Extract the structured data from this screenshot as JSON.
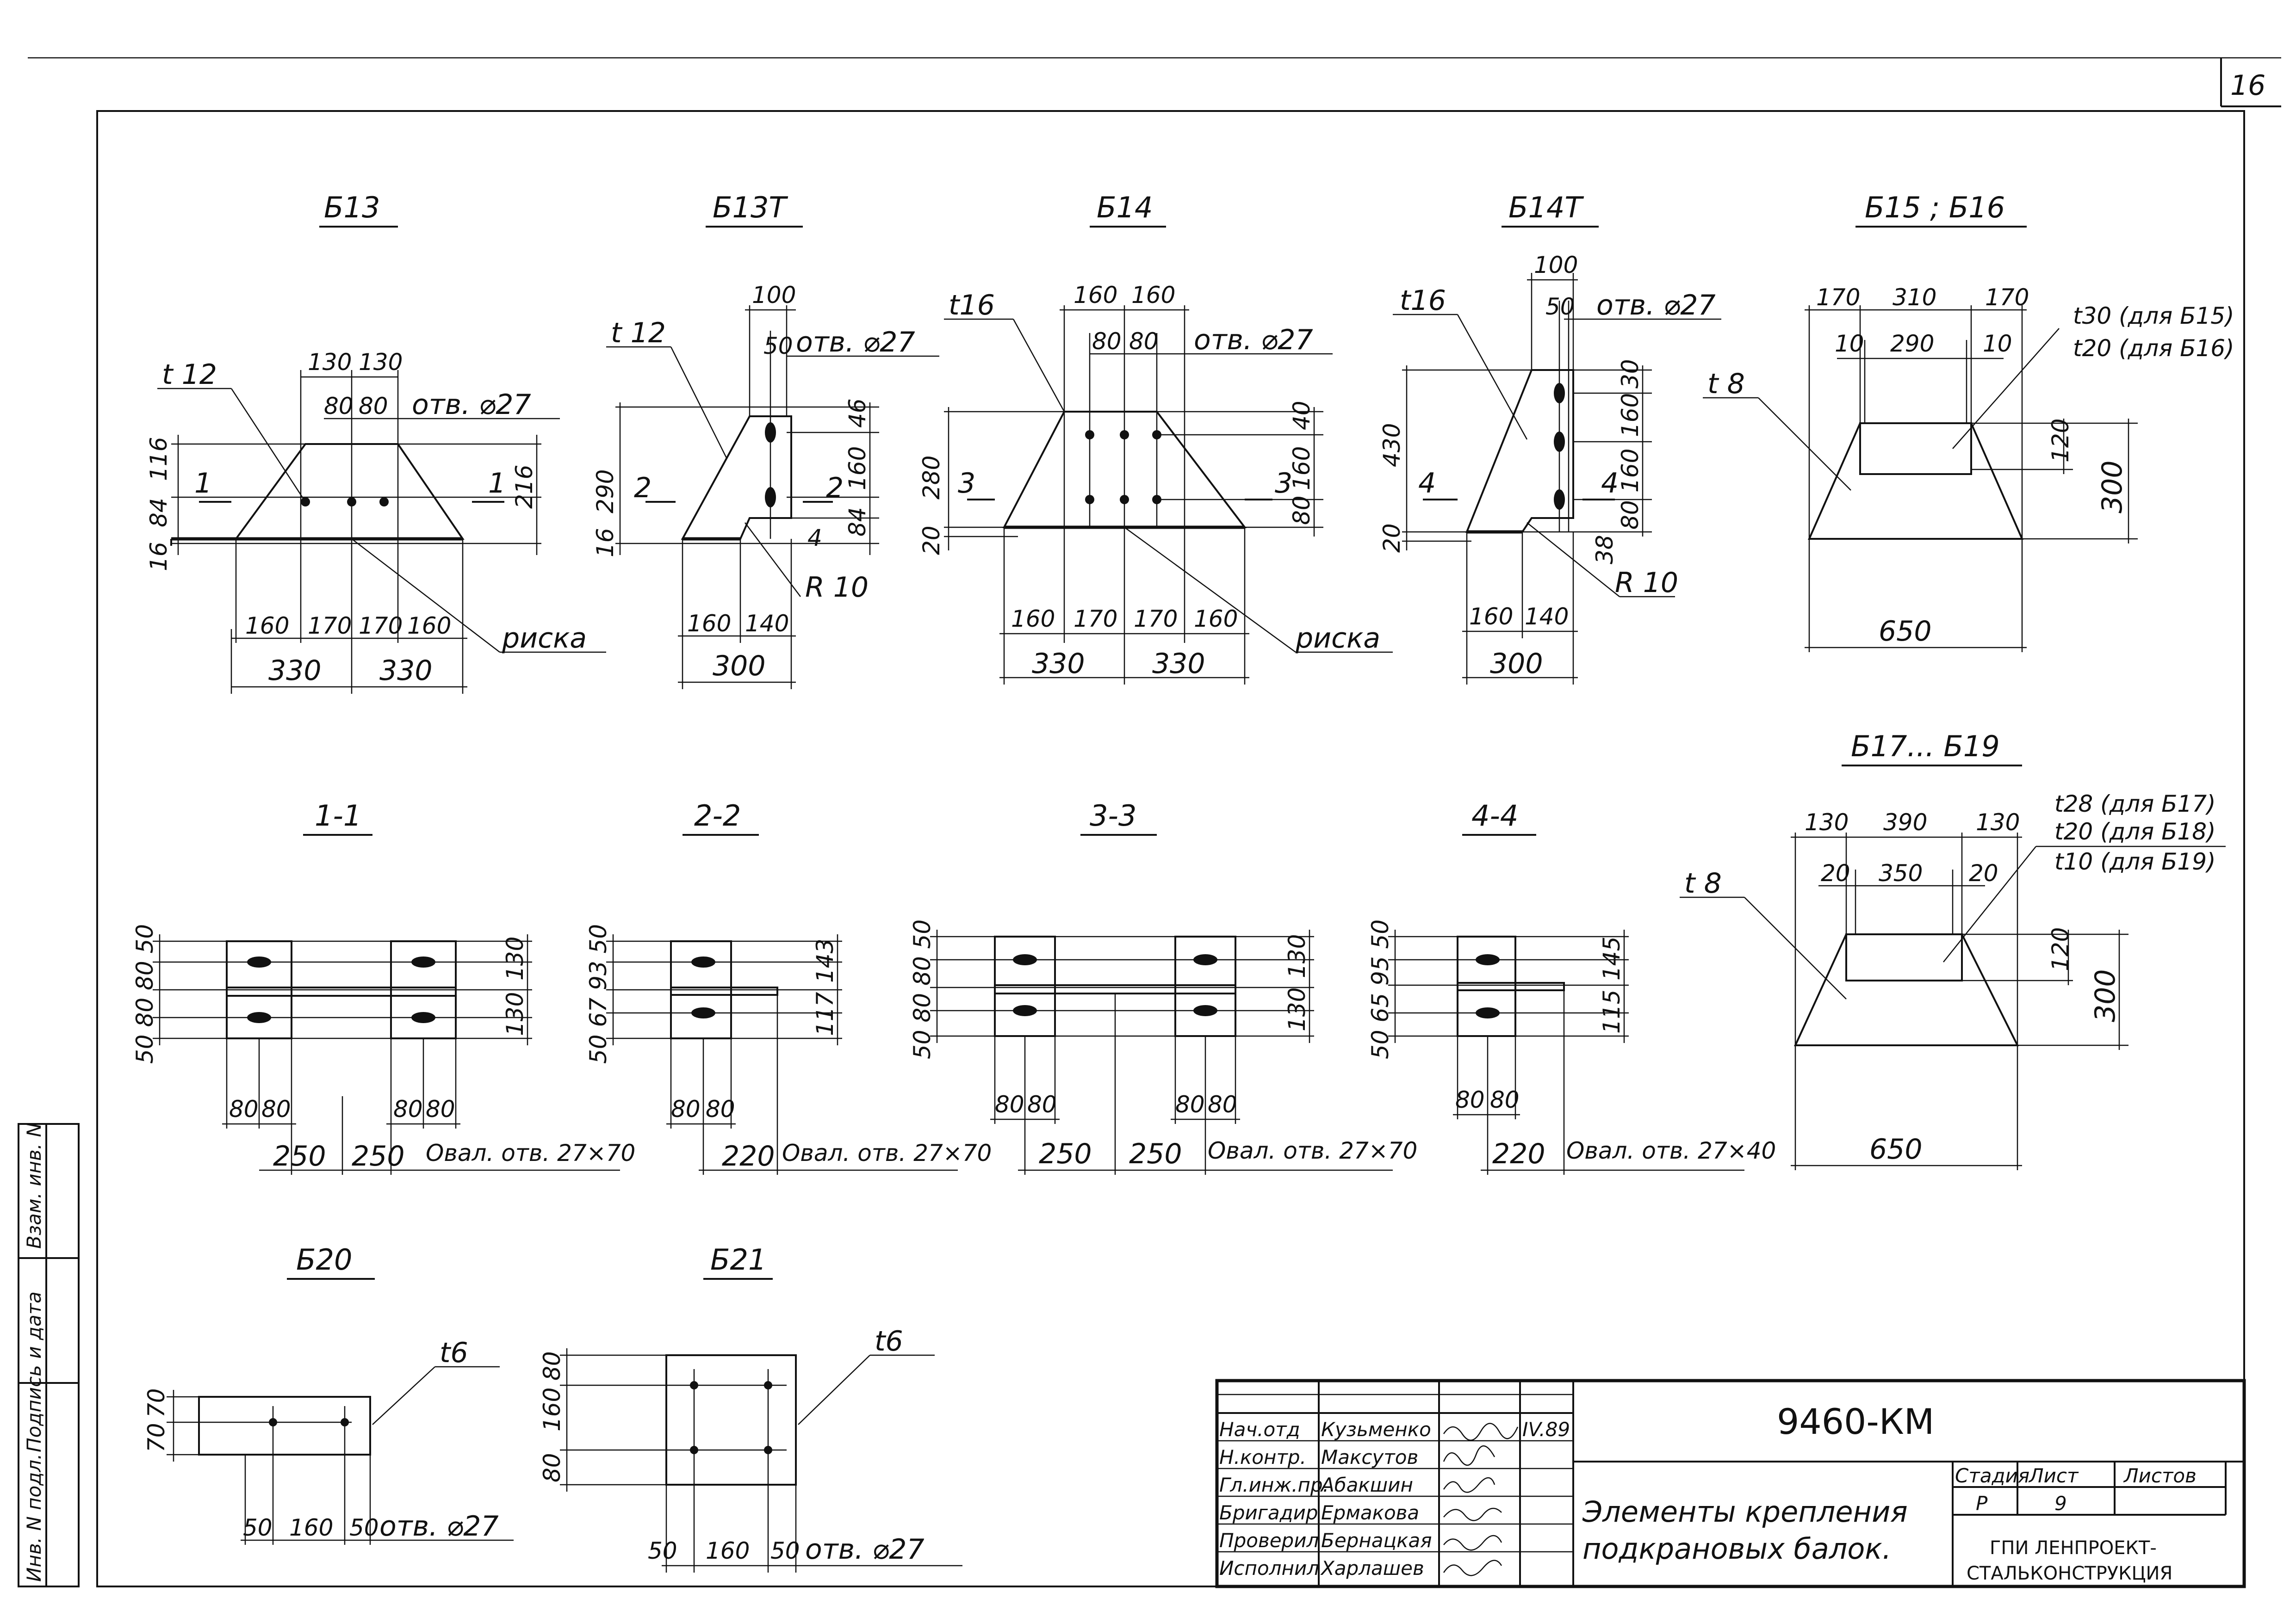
{
  "sheet_number": "16",
  "details": {
    "b13": {
      "title": "Б13",
      "thickness": "t 12",
      "dims_top": [
        "130",
        "130"
      ],
      "dims_mid": [
        "80",
        "80"
      ],
      "hole": "отв. ⌀27",
      "dims_left": [
        "116",
        "84",
        "16"
      ],
      "dim_right": "216",
      "dims_bottom1": [
        "160",
        "170",
        "170",
        "160"
      ],
      "dims_bottom2": [
        "330",
        "330"
      ],
      "note": "риска",
      "sec_l": "1",
      "sec_r": "1"
    },
    "b13t": {
      "title": "Б13Т",
      "thickness": "t 12",
      "dim_top": "100",
      "dim_50": "50",
      "hole": "отв. ⌀27",
      "dim_left": "290",
      "dim_16": "16",
      "dims_right": [
        "46",
        "160",
        "84"
      ],
      "dim_4": "4",
      "radius": "R 10",
      "dims_bottom1": [
        "160",
        "140"
      ],
      "dim_bottom2": "300",
      "sec_l": "2",
      "sec_r": "2"
    },
    "b14": {
      "title": "Б14",
      "thickness": "t16",
      "dims_top": [
        "160",
        "160"
      ],
      "dims_mid": [
        "80",
        "80"
      ],
      "hole": "отв. ⌀27",
      "dims_left": [
        "280",
        "20"
      ],
      "dims_right": [
        "40",
        "160",
        "80"
      ],
      "dims_bottom1": [
        "160",
        "170",
        "170",
        "160"
      ],
      "dims_bottom2": [
        "330",
        "330"
      ],
      "note": "риска",
      "sec_l": "3",
      "sec_r": "3"
    },
    "b14t": {
      "title": "Б14Т",
      "thickness": "t16",
      "dim_top": "100",
      "dim_50": "50",
      "hole": "отв. ⌀27",
      "dims_left": [
        "430",
        "20"
      ],
      "dims_right": [
        "30",
        "160",
        "160",
        "80"
      ],
      "dim_38": "38",
      "radius": "R 10",
      "dims_bottom1": [
        "160",
        "140"
      ],
      "dim_bottom2": "300",
      "sec_l": "4",
      "sec_r": "4"
    },
    "b15": {
      "title": "Б15 ; Б16",
      "thickness": "t 8",
      "dims_top": [
        "170",
        "310",
        "170"
      ],
      "dims_mid": [
        "10",
        "290",
        "10"
      ],
      "plate_note_1": "t30 (для Б15)",
      "plate_note_2": "t20 (для Б16)",
      "dim_120": "120",
      "dim_300": "300",
      "dim_bottom": "650"
    },
    "b17": {
      "title": "Б17... Б19",
      "thickness": "t 8",
      "dims_top": [
        "130",
        "390",
        "130"
      ],
      "dims_mid": [
        "20",
        "350",
        "20"
      ],
      "plate_note_1": "t28 (для Б17)",
      "plate_note_2": "t20 (для Б18)",
      "plate_note_3": "t10 (для Б19)",
      "dim_120": "120",
      "dim_300": "300",
      "dim_bottom": "650"
    },
    "s11": {
      "title": "1-1",
      "dims_left": "50 80 80 50",
      "dims_r1": "130",
      "dims_r2": "130",
      "dims_80a": [
        "80",
        "80"
      ],
      "dims_80b": [
        "80",
        "80"
      ],
      "dims_bottom": [
        "250",
        "250"
      ],
      "hole": "Овал. отв. 27×70"
    },
    "s22": {
      "title": "2-2",
      "dims_left": "50 67 93 50",
      "dims_r1": "143",
      "dims_r2": "117",
      "dims_80a": [
        "80",
        "80"
      ],
      "dim_bottom": "220",
      "hole": "Овал. отв. 27×70"
    },
    "s33": {
      "title": "3-3",
      "dims_left": "50 80 80 50",
      "dims_r1": "130",
      "dims_r2": "130",
      "dims_80a": [
        "80",
        "80"
      ],
      "dims_80b": [
        "80",
        "80"
      ],
      "dims_bottom": [
        "250",
        "250"
      ],
      "hole": "Овал. отв. 27×70"
    },
    "s44": {
      "title": "4-4",
      "dims_left": "50 65 95 50",
      "dims_r1": "145",
      "dims_r2": "115",
      "dims_80a": [
        "80",
        "80"
      ],
      "dim_bottom": "220",
      "hole": "Овал. отв. 27×40"
    },
    "b20": {
      "title": "Б20",
      "thickness": "t6",
      "dims_left": [
        "70",
        "70"
      ],
      "dims_bottom": [
        "50",
        "160",
        "50"
      ],
      "hole": "отв. ⌀27"
    },
    "b21": {
      "title": "Б21",
      "thickness": "t6",
      "dims_left": [
        "80",
        "160",
        "80"
      ],
      "dims_bottom": [
        "50",
        "160",
        "50"
      ],
      "hole": "отв. ⌀27"
    }
  },
  "title_block": {
    "code": "9460-КМ",
    "sheet_name_1": "Элементы крепления",
    "sheet_name_2": "подкрановых балок.",
    "stage_label": "Стадия",
    "sheet_label": "Лист",
    "sheets_label": "Листов",
    "stage": "Р",
    "sheet": "9",
    "org_1": "ГПИ ЛЕНПРОЕКТ-",
    "org_2": "СТАЛЬКОНСТРУКЦИЯ",
    "date": "IV.89",
    "rows": [
      {
        "role": "Нач.отд",
        "name": "Кузьменко"
      },
      {
        "role": "Н.контр.",
        "name": "Максутов"
      },
      {
        "role": "Гл.инж.пр.",
        "name": "Абакшин"
      },
      {
        "role": "Бригадир",
        "name": "Ермакова"
      },
      {
        "role": "Проверил",
        "name": "Бернацкая"
      },
      {
        "role": "Исполнил",
        "name": "Харлашев"
      }
    ]
  },
  "side_stamp": {
    "inv_no": "Инв. N подл.",
    "sign_date": "Подпись и дата",
    "replace": "Взам. инв. N"
  }
}
